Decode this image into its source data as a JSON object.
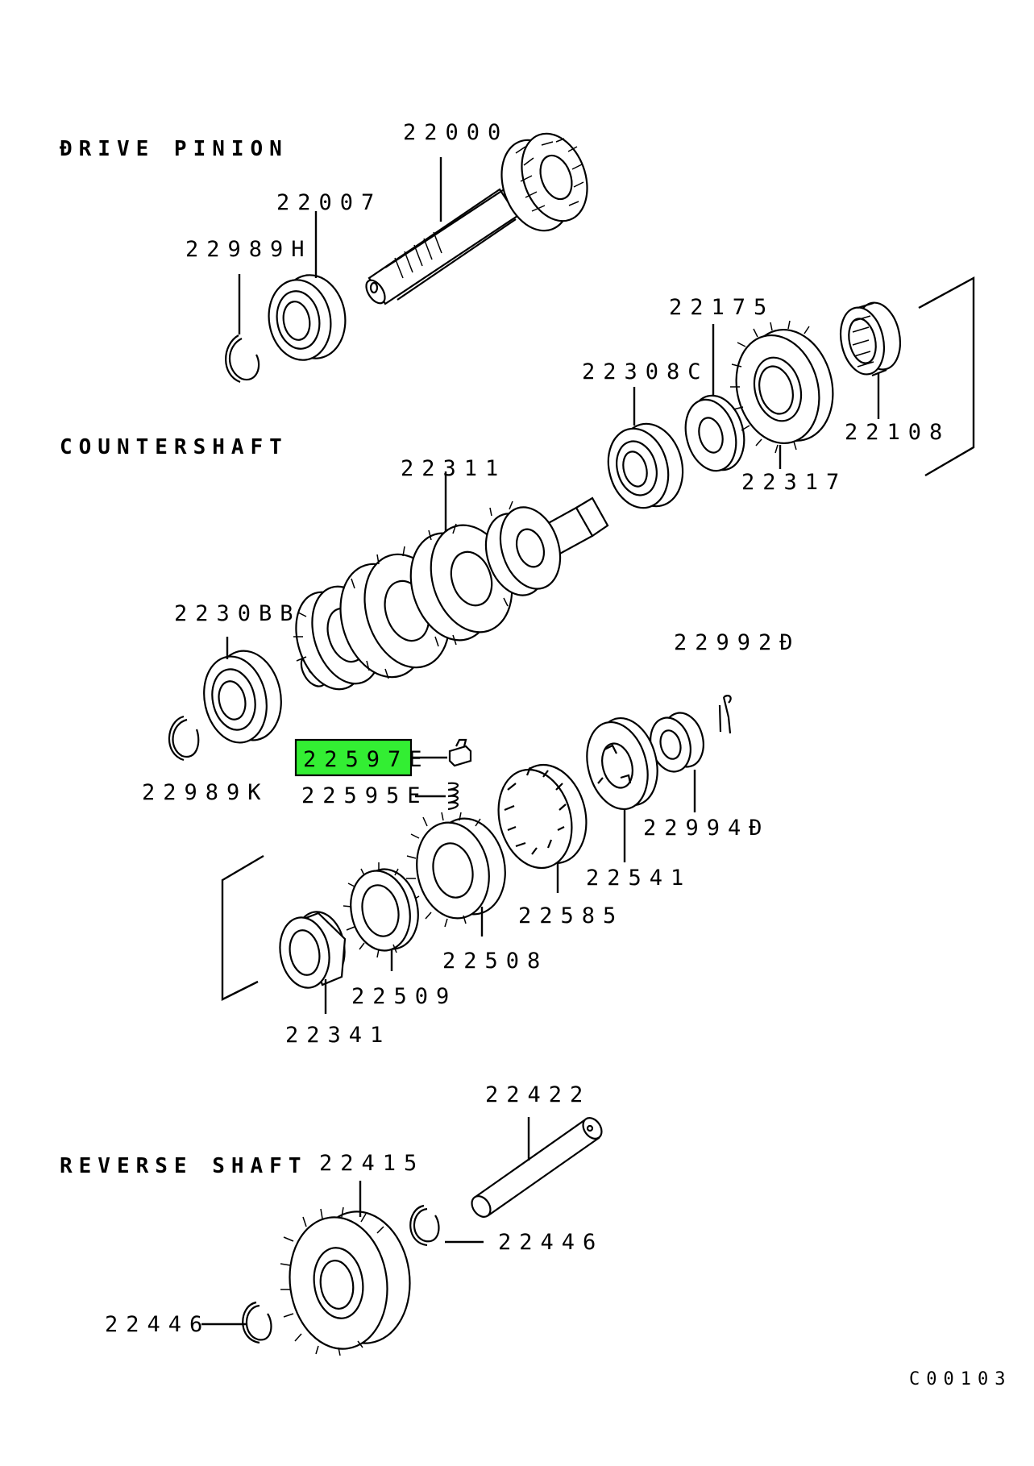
{
  "sections": {
    "drive_pinion": "ĐRIVE PINION",
    "countershaft": "COUNTERSHAFT",
    "reverse_shaft": "REVERSE SHAFT"
  },
  "parts": [
    {
      "id": "p22000",
      "number": "22000"
    },
    {
      "id": "p22007",
      "number": "22007"
    },
    {
      "id": "p22989H",
      "number": "22989H"
    },
    {
      "id": "p22175",
      "number": "22175"
    },
    {
      "id": "p22308C",
      "number": "22308C"
    },
    {
      "id": "p22108",
      "number": "22108"
    },
    {
      "id": "p22317",
      "number": "22317"
    },
    {
      "id": "p22311",
      "number": "22311"
    },
    {
      "id": "p22308B",
      "number": "2230BB"
    },
    {
      "id": "p22992D",
      "number": "22992Đ"
    },
    {
      "id": "p22597E",
      "number": "22597E",
      "highlighted": true
    },
    {
      "id": "p22595E",
      "number": "22595E"
    },
    {
      "id": "p22989K",
      "number": "22989K"
    },
    {
      "id": "p22994D",
      "number": "22994Đ"
    },
    {
      "id": "p22541",
      "number": "22541"
    },
    {
      "id": "p22585",
      "number": "22585"
    },
    {
      "id": "p22508",
      "number": "22508"
    },
    {
      "id": "p22509",
      "number": "22509"
    },
    {
      "id": "p22341",
      "number": "22341"
    },
    {
      "id": "p22422",
      "number": "22422"
    },
    {
      "id": "p22415",
      "number": "22415"
    },
    {
      "id": "p22446a",
      "number": "22446"
    },
    {
      "id": "p22446b",
      "number": "22446"
    }
  ],
  "diagram_code": "C00103",
  "colors": {
    "highlight": "#33ee33",
    "line": "#000000",
    "background": "#ffffff"
  }
}
